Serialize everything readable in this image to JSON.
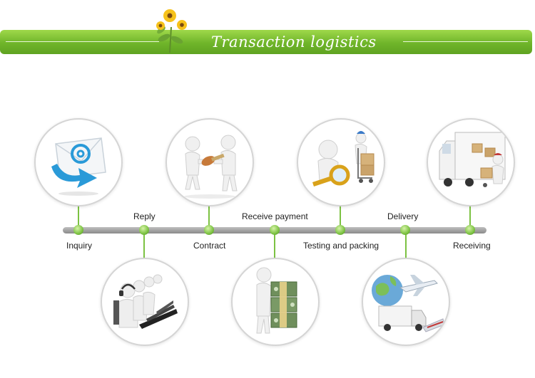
{
  "banner": {
    "title": "Transaction logistics"
  },
  "steps": [
    {
      "label": "Inquiry",
      "icon": "email-icon"
    },
    {
      "label": "Reply",
      "icon": "call-center-icon"
    },
    {
      "label": "Contract",
      "icon": "handshake-icon"
    },
    {
      "label": "Receive payment",
      "icon": "money-icon"
    },
    {
      "label": "Testing and packing",
      "icon": "magnifier-icon"
    },
    {
      "label": "Delivery",
      "icon": "plane-truck-icon"
    },
    {
      "label": "Receiving",
      "icon": "delivery-truck-icon"
    }
  ],
  "colors": {
    "accent": "#7cc242",
    "banner": "#6fb52a",
    "line": "#9a9a9a"
  }
}
